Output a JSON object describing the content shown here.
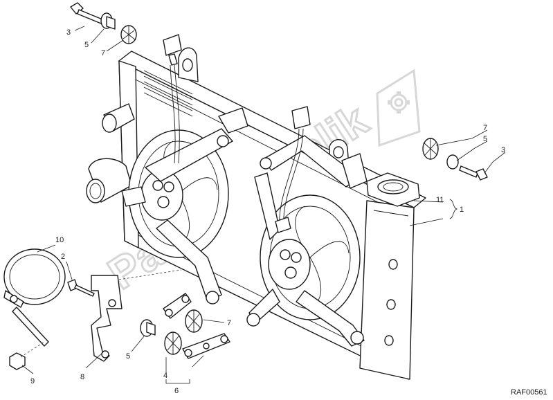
{
  "reference_code": "RAF00561",
  "watermark": "PartsRepublik",
  "callouts": [
    "3",
    "5",
    "7",
    "10",
    "2",
    "9",
    "8",
    "5",
    "4",
    "6",
    "7",
    "5",
    "3",
    "11",
    "1"
  ],
  "icons": [
    "gear-icon"
  ]
}
